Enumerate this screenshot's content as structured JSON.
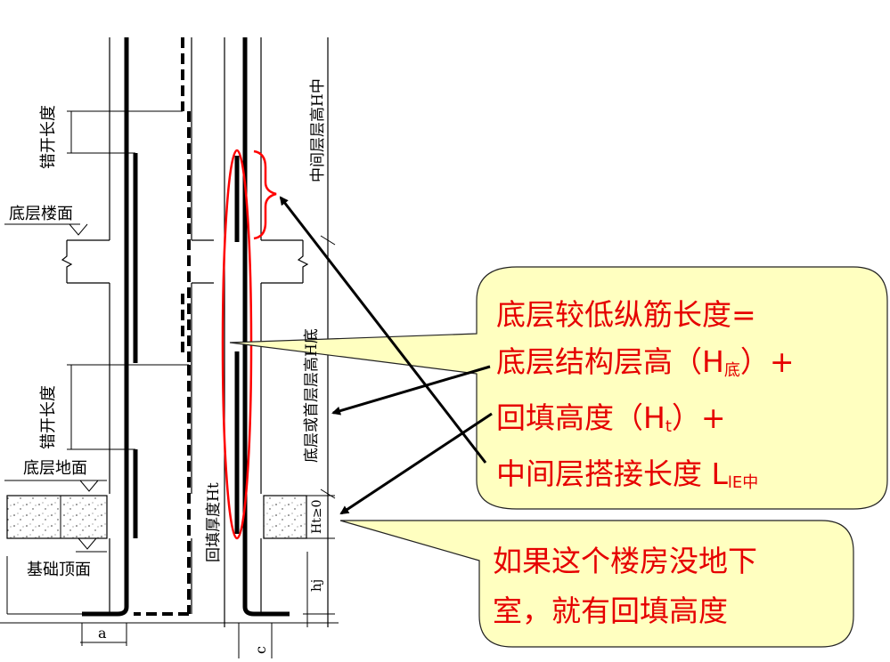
{
  "labels": {
    "stagger_upper": "错开长度",
    "stagger_lower": "错开长度",
    "ground_floor_slab": "底层楼面",
    "ground_floor_ground": "底层地面",
    "foundation_top": "基础顶面",
    "middle_floor_height": "中间层层高H中",
    "ground_or_first_floor_height": "底层或首层层高H底",
    "backfill_thickness": "回填厚度Ht",
    "ht_ge0": "Ht≥0",
    "hj": "hj",
    "dim_a": "a",
    "dim_c": "c"
  },
  "callout_main": {
    "line1": "底层较低纵筋长度=",
    "line2_text": "底层结构层高（H",
    "line2_sub": "底",
    "line2_end": "）+",
    "line3_text": "回填高度（H",
    "line3_sub": "t",
    "line3_end": "）+",
    "line4_text": "中间层搭接长度 L",
    "line4_sub": "lE中"
  },
  "callout_note": {
    "line1": "如果这个楼房没地下",
    "line2": "室，就有回填高度"
  },
  "colors": {
    "callout_fill": "#ffffc0",
    "callout_text": "#e60000",
    "highlight": "#ff0000",
    "line": "#000000"
  }
}
